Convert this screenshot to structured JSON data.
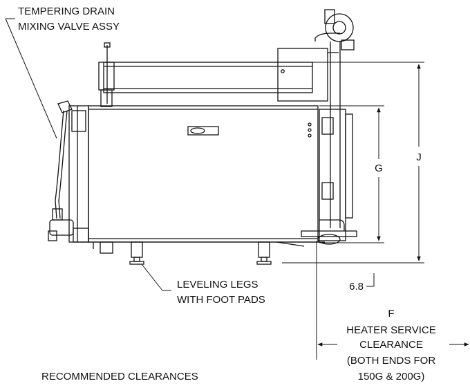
{
  "callouts": {
    "mixing_valve_line1": "TEMPERING DRAIN",
    "mixing_valve_line2": "MIXING VALVE ASSY",
    "leveling_line1": "LEVELING LEGS",
    "leveling_line2": "WITH FOOT PADS"
  },
  "dimensions": {
    "g": "G",
    "j": "J",
    "offset": "6.8",
    "f": "F"
  },
  "service_note": {
    "line1": "HEATER SERVICE",
    "line2": "CLEARANCE",
    "line3": "(BOTH ENDS FOR",
    "line4": "150G & 200G)"
  },
  "caption": "RECOMMENDED CLEARANCES",
  "colors": {
    "line": "#111111",
    "background": "#ffffff"
  }
}
